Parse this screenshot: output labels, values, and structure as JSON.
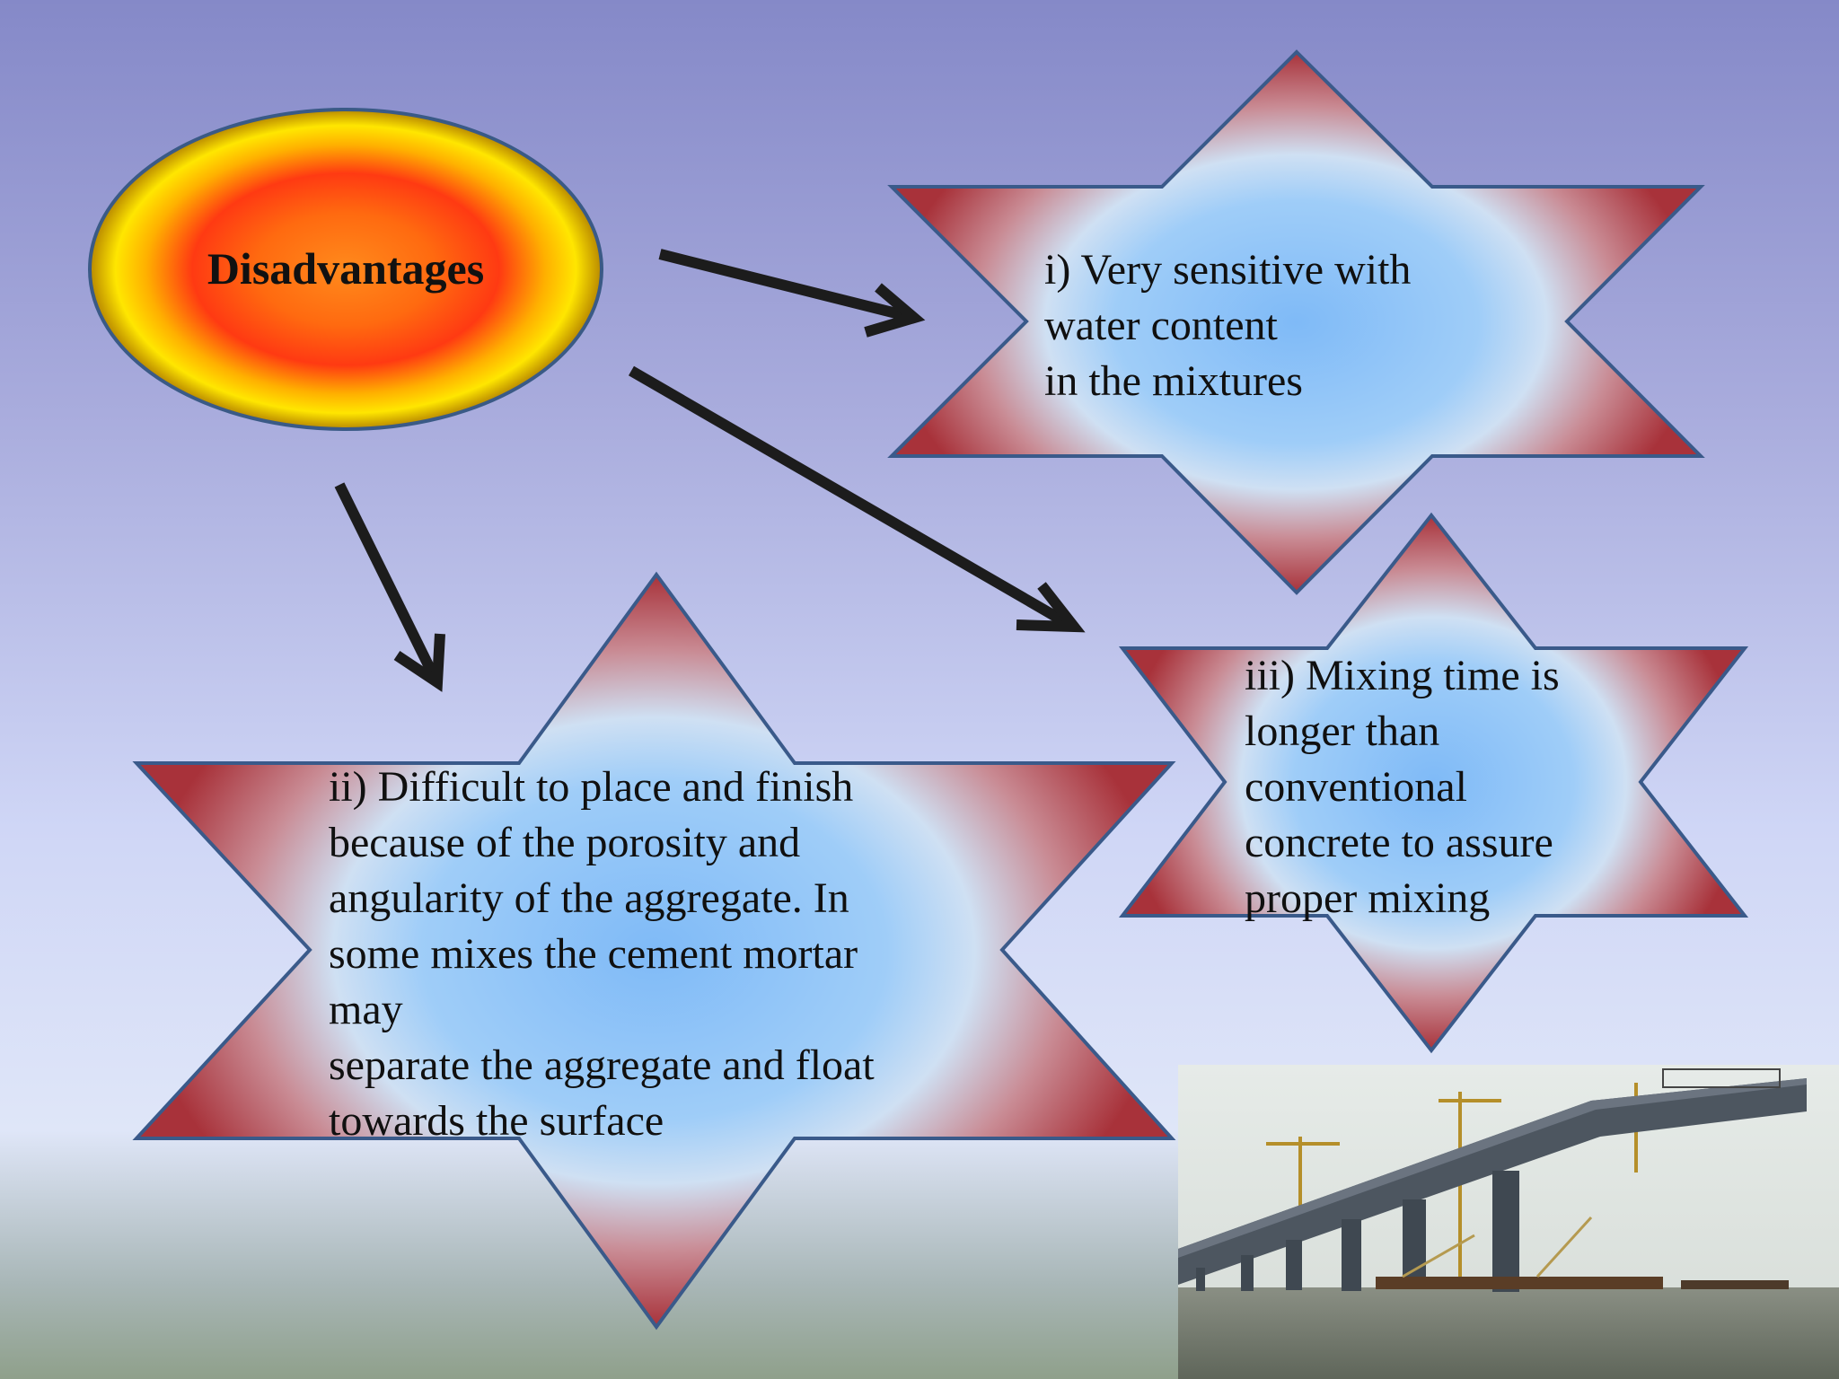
{
  "title": "Disadvantages",
  "point_1": {
    "lines": [
      "i) Very sensitive with",
      "water content",
      "in the mixtures"
    ]
  },
  "point_2": {
    "lines": [
      "ii) Difficult to place and finish",
      "because of the porosity and",
      "angularity of the aggregate. In",
      "some mixes the cement mortar",
      "may",
      "separate the aggregate and float",
      "towards the surface"
    ]
  },
  "point_3": {
    "lines": [
      "iii) Mixing time is",
      "longer than",
      "conventional",
      "concrete to assure",
      "proper mixing"
    ]
  },
  "colors": {
    "star_edge": "#b23a3a",
    "star_center": "#86bdf6",
    "oval_center": "#ff6a10",
    "oval_edge": "#e8c000",
    "arrow": "#1c1c1c"
  }
}
